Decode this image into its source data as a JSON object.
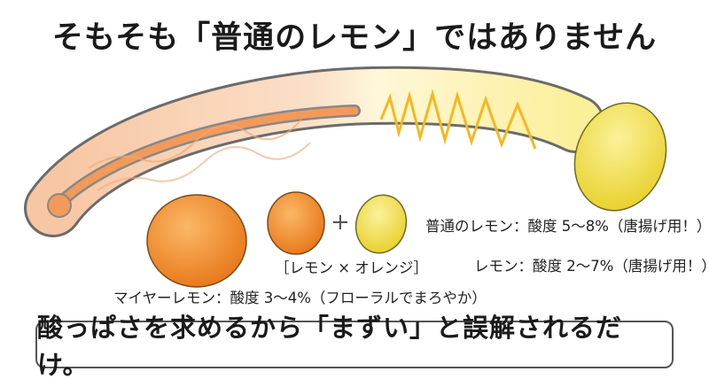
{
  "title": "そもそも「普通のレモン」ではありません",
  "illustration": {
    "thermometer": "acidity-gauge",
    "colors": {
      "orange": "#f08a2a",
      "yellow": "#f2dc3a",
      "gauge_fill": "#f6a35c",
      "zigzag": "#f5b820"
    }
  },
  "labels": {
    "normal_lemon": "普通のレモン：酸度 5〜8%（唐揚げ用！）",
    "lemon": "レモン：酸度 2〜7%（唐揚げ用！）",
    "hybrid": "［レモン × オレンジ］",
    "plus": "+",
    "meyer_lemon": "マイヤーレモン：酸度 3〜4%（フローラルでまろやか）"
  },
  "banner": "酸っぱさを求めるから「まずい」と誤解されるだけ。"
}
